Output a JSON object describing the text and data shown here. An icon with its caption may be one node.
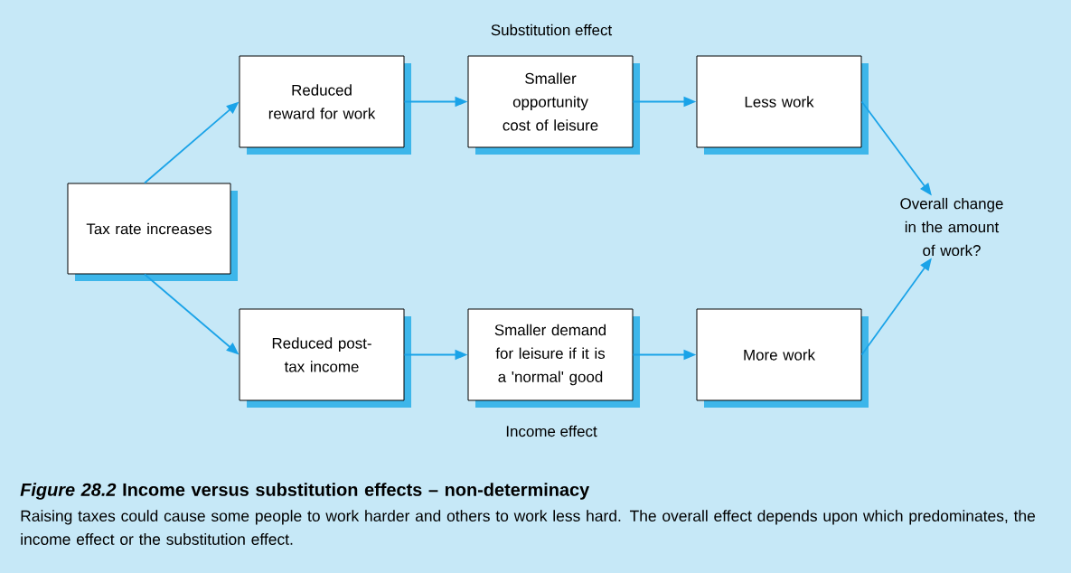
{
  "diagram": {
    "title": "*Figure 28.2* Income versus substitution effects – non-determinacy",
    "caption": "Raising taxes could cause some people to work harder and others to work less hard. The overall effect depends upon which predominates, the income effect or the substitution effect.",
    "nodes": [
      {
        "text": [
          "Tax rate increases"
        ]
      },
      {
        "text": [
          "Reduced reward for work"
        ]
      },
      {
        "text": [
          "Smaller opportunity cost of leisure"
        ]
      },
      {
        "text": [
          "Less work"
        ]
      },
      {
        "text": [
          "Overall change in the amount of work?"
        ]
      },
      {
        "text": [
          "Reduced post-tax income"
        ]
      },
      {
        "text": [
          "Smaller demand for leisure if it is a 'normal' good"
        ]
      },
      {
        "text": [
          "More work"
        ]
      }
    ],
    "edges": [
      {
        "from": 0,
        "to": 1,
        "arrow": "to"
      },
      {
        "from": 1,
        "to": 2,
        "arrow": "to"
      },
      {
        "from": 2,
        "to": 3,
        "arrow": "to"
      },
      {
        "from": 3,
        "to": 4,
        "arrow": "to"
      },
      {
        "from": 0,
        "to": 5,
        "arrow": "to"
      },
      {
        "from": 5,
        "to": 6,
        "arrow": "to"
      },
      {
        "from": 6,
        "to": 7,
        "arrow": "to"
      },
      {
        "from": 7,
        "to": 4,
        "arrow": "to"
      }
    ],
    "labels": [
      "Substitution effect",
      "Income effect"
    ]
  }
}
